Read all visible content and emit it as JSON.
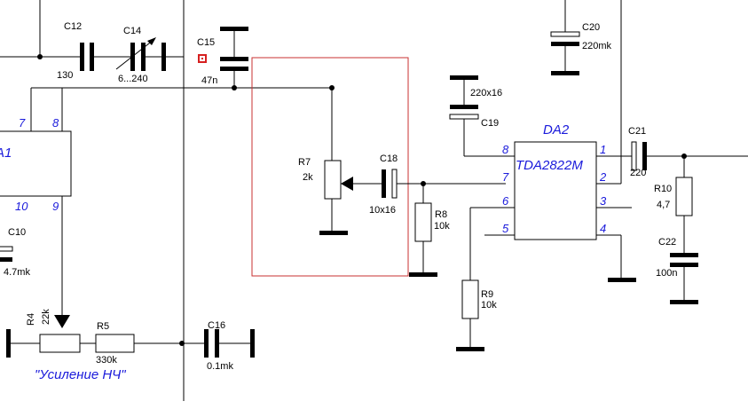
{
  "components": {
    "C12": {
      "ref": "C12",
      "value": "130"
    },
    "C14": {
      "ref": "C14",
      "value": "6...240"
    },
    "C15": {
      "ref": "C15",
      "value": "47n"
    },
    "C16": {
      "ref": "C16",
      "value": "0.1mk"
    },
    "C18": {
      "ref": "C18",
      "value": "10x16"
    },
    "C19": {
      "ref": "C19",
      "value": "220x16"
    },
    "C20": {
      "ref": "C20",
      "value": "220mk"
    },
    "C21": {
      "ref": "C21",
      "value": "220"
    },
    "C22": {
      "ref": "C22",
      "value": "100n"
    },
    "C10": {
      "ref": "C10",
      "value": "4.7mk"
    },
    "R4": {
      "ref": "R4",
      "value": "22k"
    },
    "R5": {
      "ref": "R5",
      "value": "330k"
    },
    "R7": {
      "ref": "R7",
      "value": "2k"
    },
    "R8": {
      "ref": "R8",
      "value": "10k"
    },
    "R9": {
      "ref": "R9",
      "value": "10k"
    },
    "R10": {
      "ref": "R10",
      "value": "4,7"
    }
  },
  "chips": {
    "da1": {
      "name": "A1",
      "pins": [
        "7",
        "8",
        "10",
        "9"
      ]
    },
    "da2": {
      "name": "DA2",
      "part": "TDA2822M",
      "pins_left": [
        "8",
        "7",
        "6",
        "5"
      ],
      "pins_right": [
        "1",
        "2",
        "3",
        "4"
      ]
    }
  },
  "caption": "\"Усиление НЧ\"",
  "colors": {
    "ink": "#000000",
    "pin_labels": "#1a1adb",
    "highlight_box": "#c83232",
    "marker": "#d62020"
  }
}
